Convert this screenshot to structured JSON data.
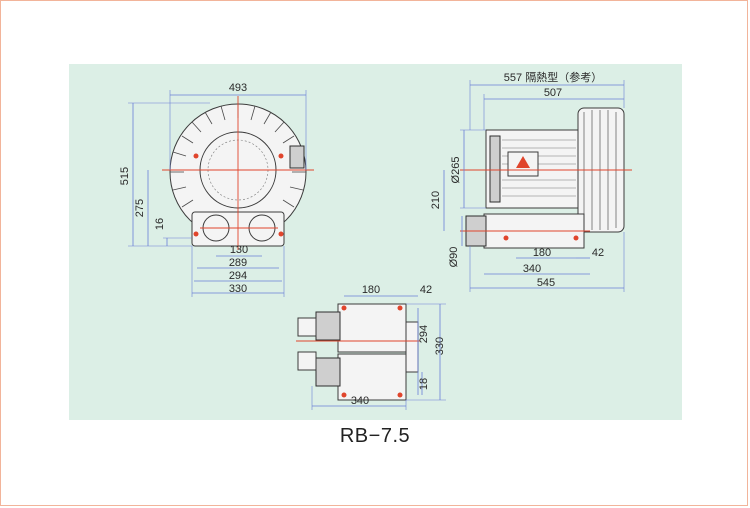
{
  "caption": "RB−7.5",
  "front_view": {
    "width_493": "493",
    "height_515": "515",
    "height_275": "275",
    "height_16": "16",
    "dim_130": "130",
    "dim_289": "289",
    "dim_294": "294",
    "dim_330": "330"
  },
  "side_view": {
    "dim_557": "557 隔熱型（参考）",
    "dim_507": "507",
    "dim_265": "Ø265",
    "dim_210": "210",
    "dim_90": "Ø90",
    "dim_180": "180",
    "dim_42": "42",
    "dim_340": "340",
    "dim_545": "545"
  },
  "base_view": {
    "dim_180": "180",
    "dim_42": "42",
    "dim_294": "294",
    "dim_330": "330",
    "dim_18": "18",
    "dim_340": "340"
  },
  "colors": {
    "panel": "#dcefe6",
    "dimension_line": "#6a7fd6",
    "centerline": "#e0452c"
  }
}
